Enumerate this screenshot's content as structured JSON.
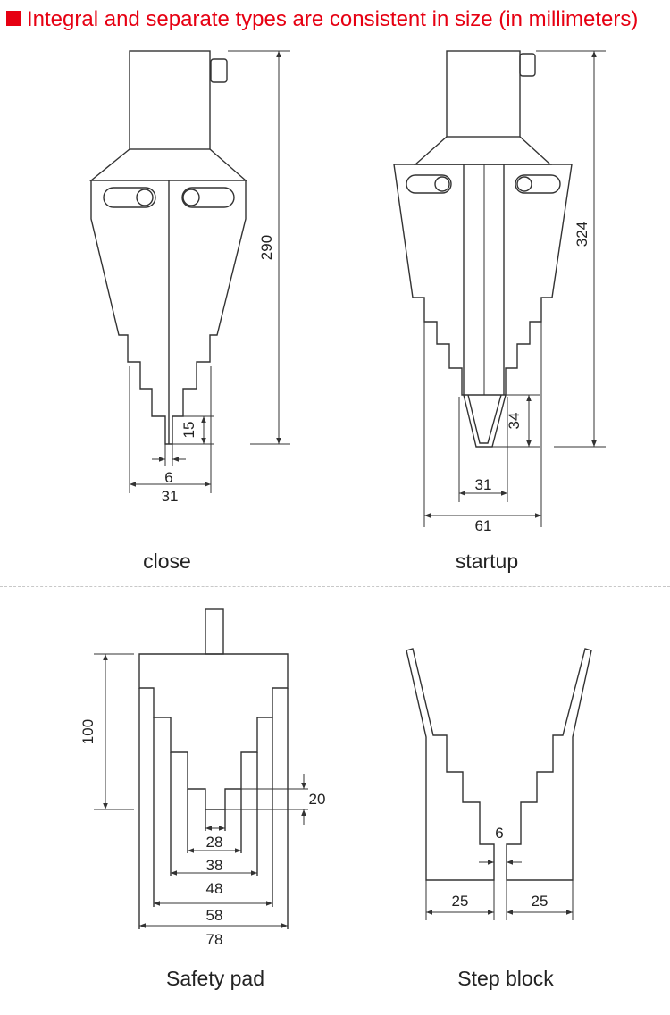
{
  "header": {
    "title": "Integral and separate types are consistent in size (in millimeters)"
  },
  "colors": {
    "accent": "#e60012",
    "line": "#333333"
  },
  "views": {
    "close": {
      "caption": "close",
      "dims": {
        "height": "290",
        "slot_depth": "15",
        "slot_width": "6",
        "width": "31"
      }
    },
    "startup": {
      "caption": "startup",
      "dims": {
        "height": "324",
        "tip_depth": "34",
        "tip_width": "31",
        "width": "61"
      }
    },
    "safety": {
      "caption": "Safety pad",
      "dims": {
        "height": "100",
        "step_depth": "20",
        "w1": "28",
        "w2": "38",
        "w3": "48",
        "w4": "58",
        "w5": "78"
      }
    },
    "step": {
      "caption": "Step block",
      "dims": {
        "gap": "6",
        "left": "25",
        "right": "25"
      }
    }
  }
}
